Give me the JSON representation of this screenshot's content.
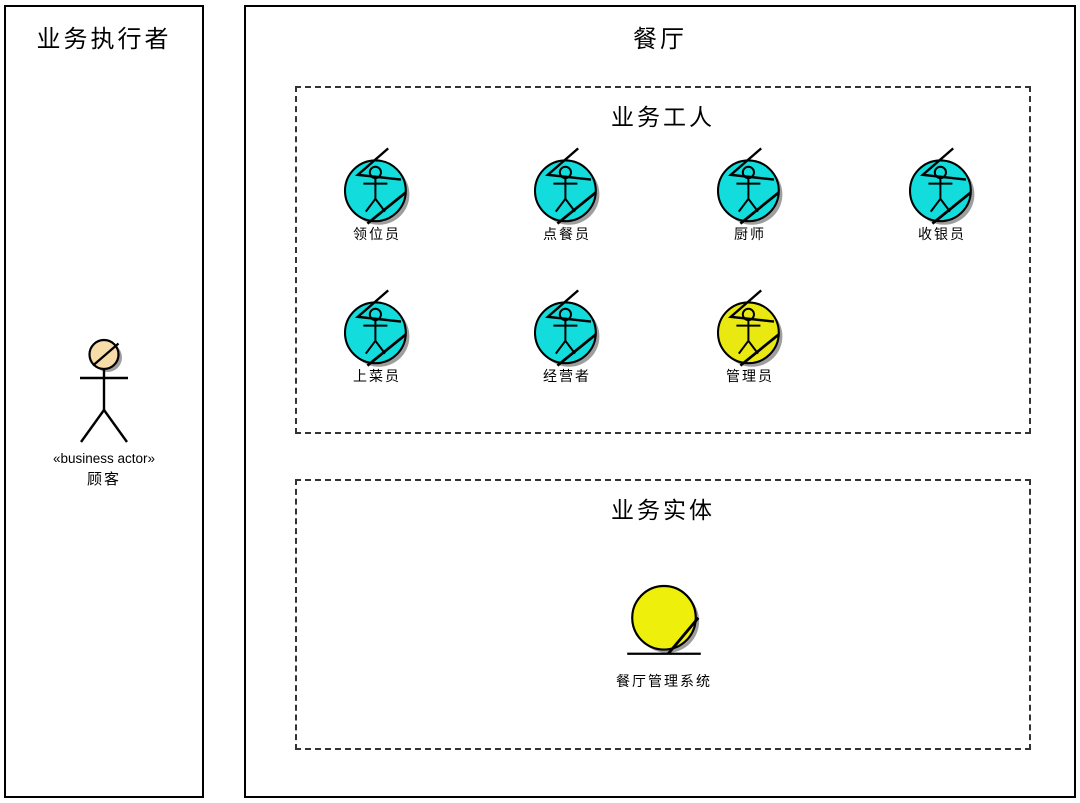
{
  "left_panel": {
    "title": "业务执行者"
  },
  "actor": {
    "stereotype": "«business actor»",
    "name": "顾客"
  },
  "right_panel": {
    "title": "餐厅"
  },
  "workers_box": {
    "title": "业务工人"
  },
  "workers": [
    {
      "label": "领位员",
      "fill": "#12DCDC"
    },
    {
      "label": "点餐员",
      "fill": "#12DCDC"
    },
    {
      "label": "厨师",
      "fill": "#12DCDC"
    },
    {
      "label": "收银员",
      "fill": "#12DCDC"
    },
    {
      "label": "上菜员",
      "fill": "#12DCDC"
    },
    {
      "label": "经营者",
      "fill": "#12DCDC"
    },
    {
      "label": "管理员",
      "fill": "#E9E911"
    }
  ],
  "entities_box": {
    "title": "业务实体"
  },
  "entities": [
    {
      "label": "餐厅管理系统",
      "fill": "#EFEF0C"
    }
  ],
  "colors": {
    "worker": "#12DCDC",
    "manager": "#E9E911",
    "entity": "#EFEF0C",
    "actor_head": "#F5DCA9",
    "shadow": "#9E9E9E",
    "outline": "#000000"
  }
}
